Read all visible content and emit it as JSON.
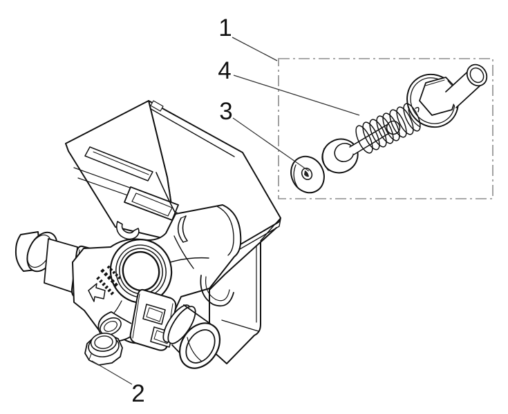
{
  "figure": {
    "callouts": [
      {
        "number": "1",
        "part": "valve-cartridge-detail-box"
      },
      {
        "number": "2",
        "part": "hex-cap"
      },
      {
        "number": "3",
        "part": "seal-washer"
      },
      {
        "number": "4",
        "part": "poppet-spring"
      }
    ],
    "colors": {
      "line": "#111111",
      "dash_box": "#8a8a8a",
      "background": "#ffffff"
    }
  }
}
